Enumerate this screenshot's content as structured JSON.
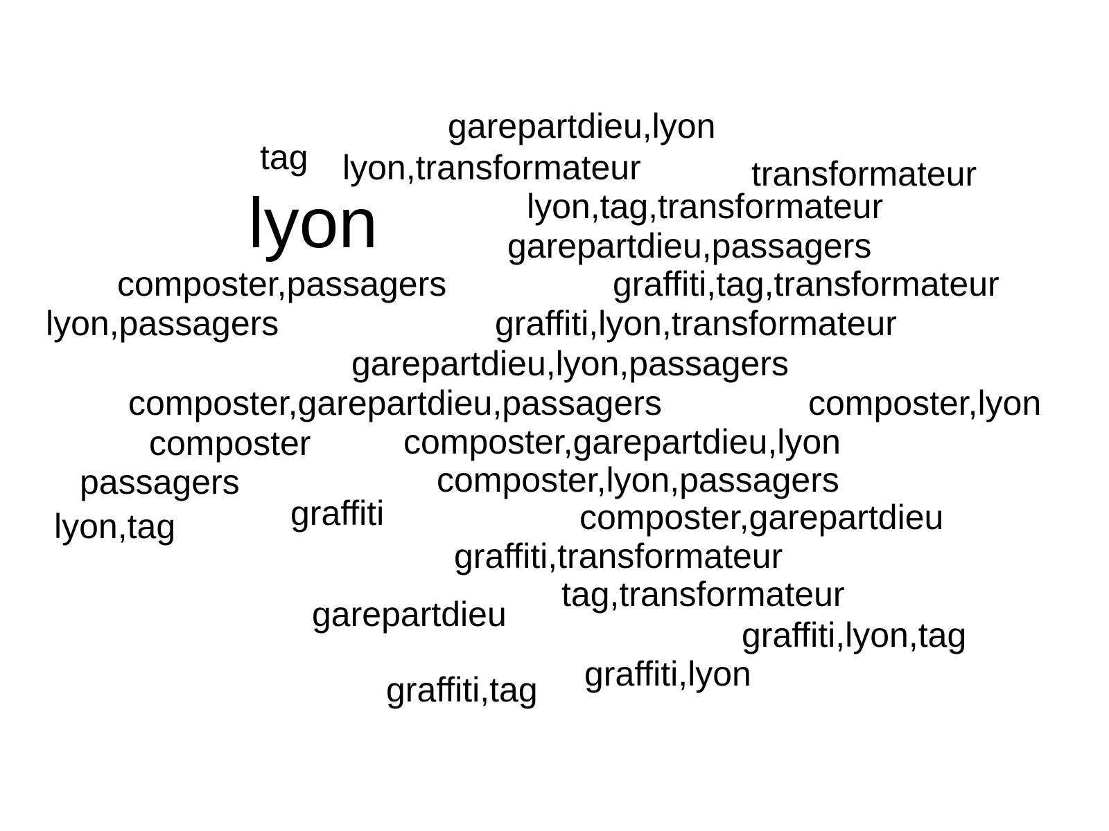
{
  "text_color": "#000000",
  "background_color": "#ffffff",
  "words": [
    {
      "text": "garepartdieu,lyon",
      "weight": 1
    },
    {
      "text": "tag",
      "weight": 1
    },
    {
      "text": "lyon,transformateur",
      "weight": 1
    },
    {
      "text": "transformateur",
      "weight": 1
    },
    {
      "text": "lyon,tag,transformateur",
      "weight": 1
    },
    {
      "text": "lyon",
      "weight": 2
    },
    {
      "text": "garepartdieu,passagers",
      "weight": 1
    },
    {
      "text": "composter,passagers",
      "weight": 1
    },
    {
      "text": "graffiti,tag,transformateur",
      "weight": 1
    },
    {
      "text": "lyon,passagers",
      "weight": 1
    },
    {
      "text": "graffiti,lyon,transformateur",
      "weight": 1
    },
    {
      "text": "garepartdieu,lyon,passagers",
      "weight": 1
    },
    {
      "text": "composter,garepartdieu,passagers",
      "weight": 1
    },
    {
      "text": "composter,lyon",
      "weight": 1
    },
    {
      "text": "composter",
      "weight": 1
    },
    {
      "text": "composter,garepartdieu,lyon",
      "weight": 1
    },
    {
      "text": "passagers",
      "weight": 1
    },
    {
      "text": "composter,lyon,passagers",
      "weight": 1
    },
    {
      "text": "graffiti",
      "weight": 1
    },
    {
      "text": "lyon,tag",
      "weight": 1
    },
    {
      "text": "composter,garepartdieu",
      "weight": 1
    },
    {
      "text": "graffiti,transformateur",
      "weight": 1
    },
    {
      "text": "tag,transformateur",
      "weight": 1
    },
    {
      "text": "garepartdieu",
      "weight": 1
    },
    {
      "text": "graffiti,lyon,tag",
      "weight": 1
    },
    {
      "text": "graffiti,lyon",
      "weight": 1
    },
    {
      "text": "graffiti,tag",
      "weight": 1
    }
  ]
}
